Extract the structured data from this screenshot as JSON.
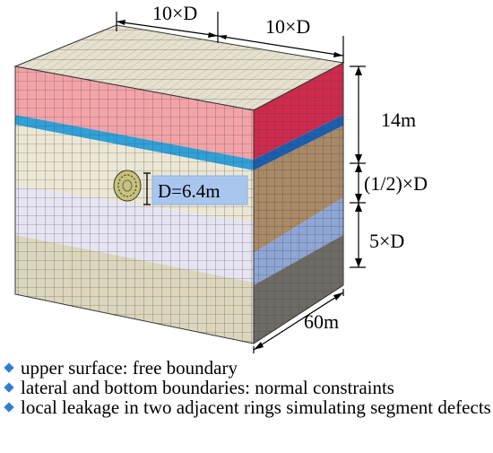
{
  "figure": {
    "dimensions": {
      "top_left_width": "10×D",
      "top_right_depth": "10×D",
      "soil_above_tunnel": "14m",
      "half_diameter": "(1/2)×D",
      "soil_below_tunnel": "5×D",
      "model_length": "60m",
      "tunnel_diameter": "D=6.4m"
    },
    "layer_colors": {
      "top_surface": "#e6e1cf",
      "pink_front": "#f3a3a8",
      "pink_side": "#cf2a4d",
      "blue_band": "#2fa0d8",
      "blue_band_side": "#1a5fb0",
      "beige_front": "#ece7d4",
      "brown_side": "#a98a66",
      "lavender_front": "#e6e4f2",
      "blue_side": "#8ea6d6",
      "beige_lower": "#dcd6bd",
      "gray_side": "#6e6b66",
      "label_box": "#a9c6ef",
      "tunnel": "#c8c27a"
    }
  },
  "notes": [
    "upper surface: free boundary",
    "lateral and bottom boundaries: normal constraints",
    "local leakage in two adjacent rings simulating segment defects"
  ]
}
